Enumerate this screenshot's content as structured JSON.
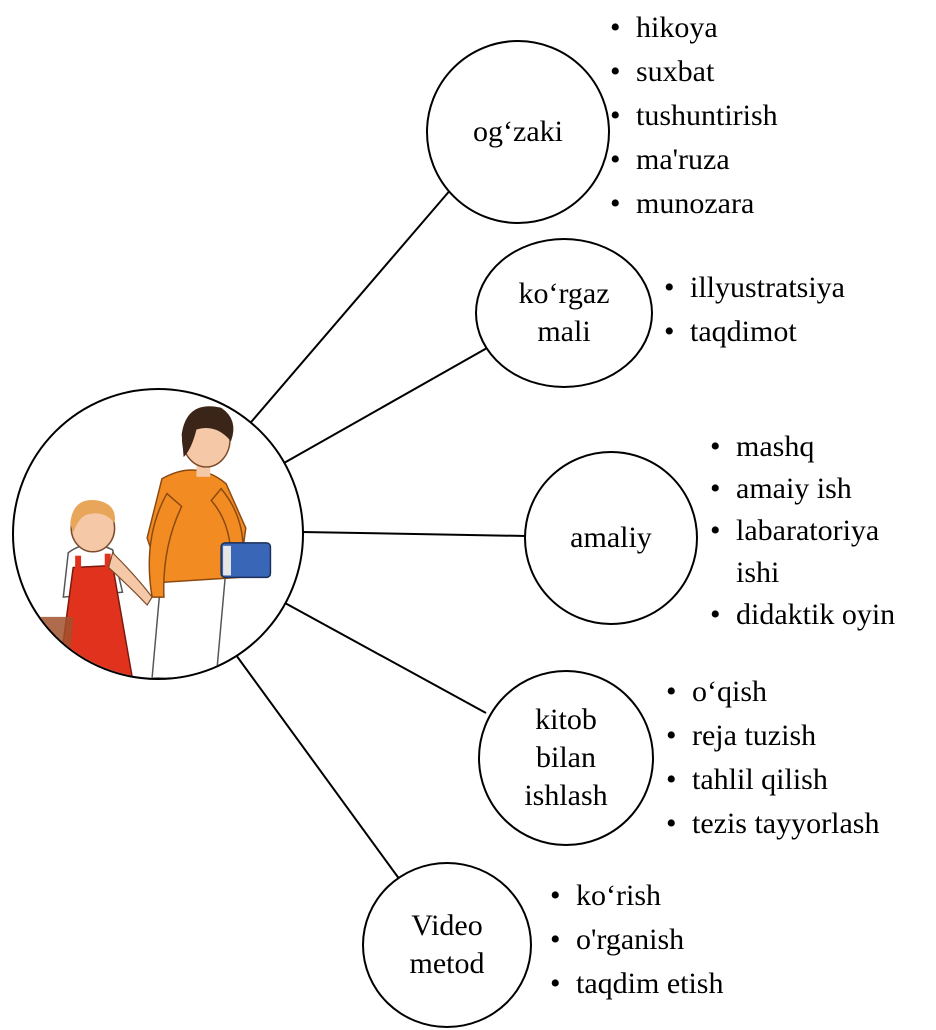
{
  "nodes": [
    {
      "label": "og‘zaki",
      "items": [
        "hikoya",
        "suxbat",
        "tushuntirish",
        "ma'ruza",
        "munozara"
      ]
    },
    {
      "label": "ko‘rgaz\nmali",
      "items": [
        "illyustratsiya",
        "taqdimot"
      ]
    },
    {
      "label": "amaliy",
      "items": [
        "mashq",
        "amaiy ish",
        "labaratoriya ishi",
        "didaktik oyin"
      ]
    },
    {
      "label": "kitob\nbilan\nishlash",
      "items": [
        "o‘qish",
        "reja tuzish",
        "tahlil qilish",
        "tezis tayyorlash"
      ]
    },
    {
      "label": "Video\nmetod",
      "items": [
        "ko‘rish",
        "o'rganish",
        "taqdim etish"
      ]
    }
  ],
  "hub": {
    "image": "teacher-and-child-illustration"
  },
  "colors": {
    "stroke": "#000000",
    "shirt": "#f28b22",
    "overalls": "#e0321c",
    "book": "#3a66b8"
  }
}
